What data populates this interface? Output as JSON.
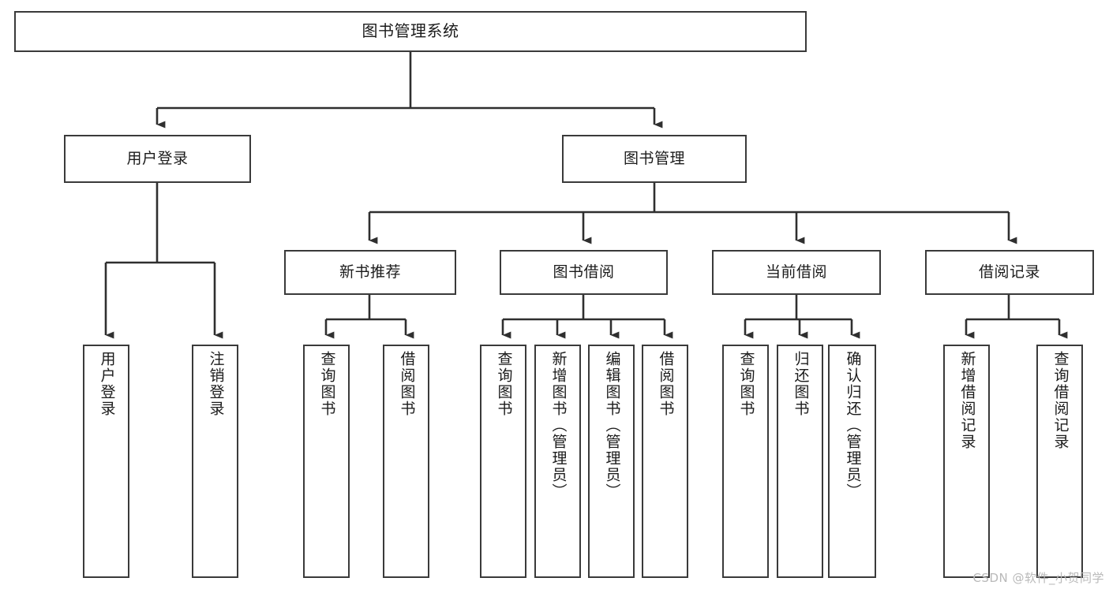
{
  "diagram": {
    "title": "图书管理系统",
    "type": "functional-structure-tree",
    "colors": {
      "box_border": "#3a3a3a",
      "box_fill": "#ffffff",
      "edge": "#2f2f2f",
      "text": "#1b1b1b",
      "watermark": "#b9b9b9"
    },
    "levels": {
      "root": {
        "label": "图书管理系统"
      },
      "level2": [
        {
          "id": "user-login",
          "label": "用户登录"
        },
        {
          "id": "book-management",
          "label": "图书管理"
        }
      ],
      "level3": [
        {
          "id": "new-book-recommend",
          "label": "新书推荐"
        },
        {
          "id": "book-borrow",
          "label": "图书借阅"
        },
        {
          "id": "current-borrow",
          "label": "当前借阅"
        },
        {
          "id": "borrow-record",
          "label": "借阅记录"
        }
      ],
      "level4": {
        "user-login": [
          {
            "id": "leaf-user-login",
            "label": "用户登录"
          },
          {
            "id": "leaf-logout-login",
            "label": "注销登录"
          }
        ],
        "new-book-recommend": [
          {
            "id": "leaf-query-book-1",
            "label": "查询图书"
          },
          {
            "id": "leaf-borrow-book-1",
            "label": "借阅图书"
          }
        ],
        "book-borrow": [
          {
            "id": "leaf-query-book-2",
            "label": "查询图书"
          },
          {
            "id": "leaf-add-book",
            "label": "新增图书（管理员）"
          },
          {
            "id": "leaf-edit-book",
            "label": "编辑图书（管理员）"
          },
          {
            "id": "leaf-borrow-book-2",
            "label": "借阅图书"
          }
        ],
        "current-borrow": [
          {
            "id": "leaf-query-book-3",
            "label": "查询图书"
          },
          {
            "id": "leaf-return-book",
            "label": "归还图书"
          },
          {
            "id": "leaf-confirm-return",
            "label": "确认归还（管理员）"
          }
        ],
        "borrow-record": [
          {
            "id": "leaf-add-record",
            "label": "新增借阅记录"
          },
          {
            "id": "leaf-query-record",
            "label": "查询借阅记录"
          }
        ]
      }
    }
  },
  "watermark": {
    "text": "CSDN @软件_小贺同学"
  }
}
